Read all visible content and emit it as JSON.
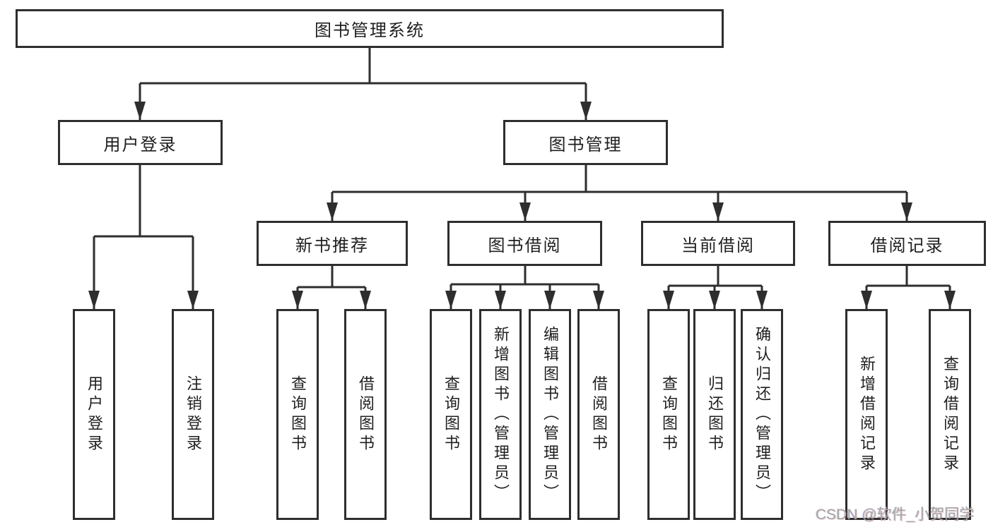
{
  "tree": {
    "root": "图书管理系统",
    "branches": [
      {
        "label": "用户登录",
        "children": [
          "用户登录",
          "注销登录"
        ]
      },
      {
        "label": "图书管理",
        "modules": [
          {
            "label": "新书推荐",
            "children": [
              "查询图书",
              "借阅图书"
            ]
          },
          {
            "label": "图书借阅",
            "children": [
              "查询图书",
              "新增图书（管理员）",
              "编辑图书（管理员）",
              "借阅图书"
            ]
          },
          {
            "label": "当前借阅",
            "children": [
              "查询图书",
              "归还图书",
              "确认归还（管理员）"
            ]
          },
          {
            "label": "借阅记录",
            "children": [
              "新增借阅记录",
              "查询借阅记录"
            ]
          }
        ]
      }
    ]
  },
  "watermark": "CSDN @软件_小贺同学",
  "colors": {
    "line": "#2e2e2e",
    "text": "#1f1f1f",
    "background": "#ffffff",
    "watermark": "#a6a6a6"
  }
}
